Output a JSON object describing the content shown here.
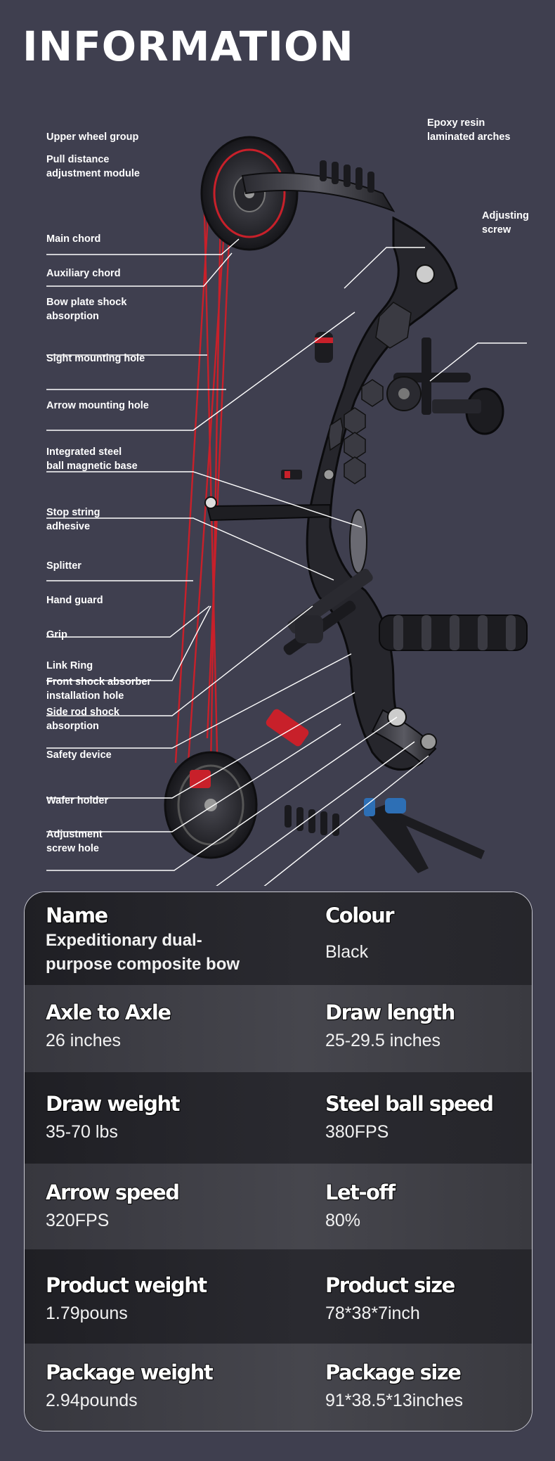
{
  "page": {
    "title": "INFORMATION"
  },
  "diagram": {
    "labels": {
      "upper_wheel_group": "Upper wheel group",
      "pull_distance_module": "Pull distance\nadjustment module",
      "epoxy_resin_arches": "Epoxy resin\nlaminated arches",
      "adjusting_screw": "Adjusting\nscrew",
      "main_chord": "Main chord",
      "auxiliary_chord": "Auxiliary chord",
      "bow_plate_shock": "Bow plate shock\nabsorption",
      "sight_mounting_hole": "Sight mounting hole",
      "arrow_mounting_hole": "Arrow mounting hole",
      "integrated_steel_base": "Integrated steel\nball magnetic base",
      "stop_string_adhesive": "Stop string\nadhesive",
      "splitter": "Splitter",
      "hand_guard": "Hand guard",
      "grip": "Grip",
      "link_ring": "Link Ring",
      "front_shock_hole": "Front shock absorber\ninstallation hole",
      "side_rod_shock": "Side rod shock\nabsorption",
      "safety_device": "Safety device",
      "wafer_holder": "Wafer holder",
      "adjustment_screw_hole": "Adjustment\nscrew hole"
    }
  },
  "specs": {
    "name": {
      "label": "Name",
      "value": "Expeditionary dual-\npurpose composite bow"
    },
    "colour": {
      "label": "Colour",
      "value": "Black"
    },
    "axle_to_axle": {
      "label": "Axle to Axle",
      "value": "26 inches"
    },
    "draw_length": {
      "label": "Draw length",
      "value": "25-29.5 inches"
    },
    "draw_weight": {
      "label": "Draw weight",
      "value": "35-70 lbs"
    },
    "steel_ball_speed": {
      "label": "Steel ball speed",
      "value": "380FPS"
    },
    "arrow_speed": {
      "label": "Arrow speed",
      "value": "320FPS"
    },
    "let_off": {
      "label": "Let-off",
      "value": "80%"
    },
    "product_weight": {
      "label": "Product weight",
      "value": "1.79pouns"
    },
    "product_size": {
      "label": "Product size",
      "value": "78*38*7inch"
    },
    "package_weight": {
      "label": "Package weight",
      "value": "2.94pounds"
    },
    "package_size": {
      "label": "Package size",
      "value": "91*38.5*13inches"
    }
  },
  "colors": {
    "background": "#3f3f4f",
    "accent_red": "#c8202a",
    "accent_blue": "#2d6fb5",
    "bow_black": "#1c1c20"
  }
}
